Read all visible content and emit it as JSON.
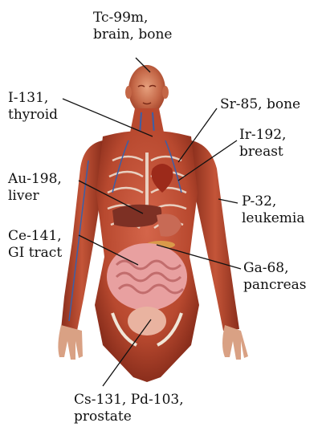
{
  "labels": {
    "tc99m": {
      "line1": "Tc-99m,",
      "line2": "brain, bone"
    },
    "i131": {
      "line1": "I-131,",
      "line2": "thyroid"
    },
    "sr85": {
      "line1": "Sr-85, bone"
    },
    "ir192": {
      "line1": "Ir-192,",
      "line2": "breast"
    },
    "au198": {
      "line1": "Au-198,",
      "line2": "liver"
    },
    "p32": {
      "line1": "P-32,",
      "line2": "leukemia"
    },
    "ce141": {
      "line1": "Ce-141,",
      "line2": "GI tract"
    },
    "ga68": {
      "line1": "Ga-68,",
      "line2": "pancreas"
    },
    "cs131": {
      "line1": "Cs-131, Pd-103,",
      "line2": "prostate"
    }
  },
  "colors": {
    "muscle": "#b8492f",
    "muscle_dark": "#8a2e1c",
    "skin": "#e8b79a",
    "organ_liver": "#8e3a2c",
    "organ_intestine": "#e8a0a0",
    "bone": "#f0e6d8",
    "vein": "#3a5fa8",
    "leader_line": "#111111"
  }
}
